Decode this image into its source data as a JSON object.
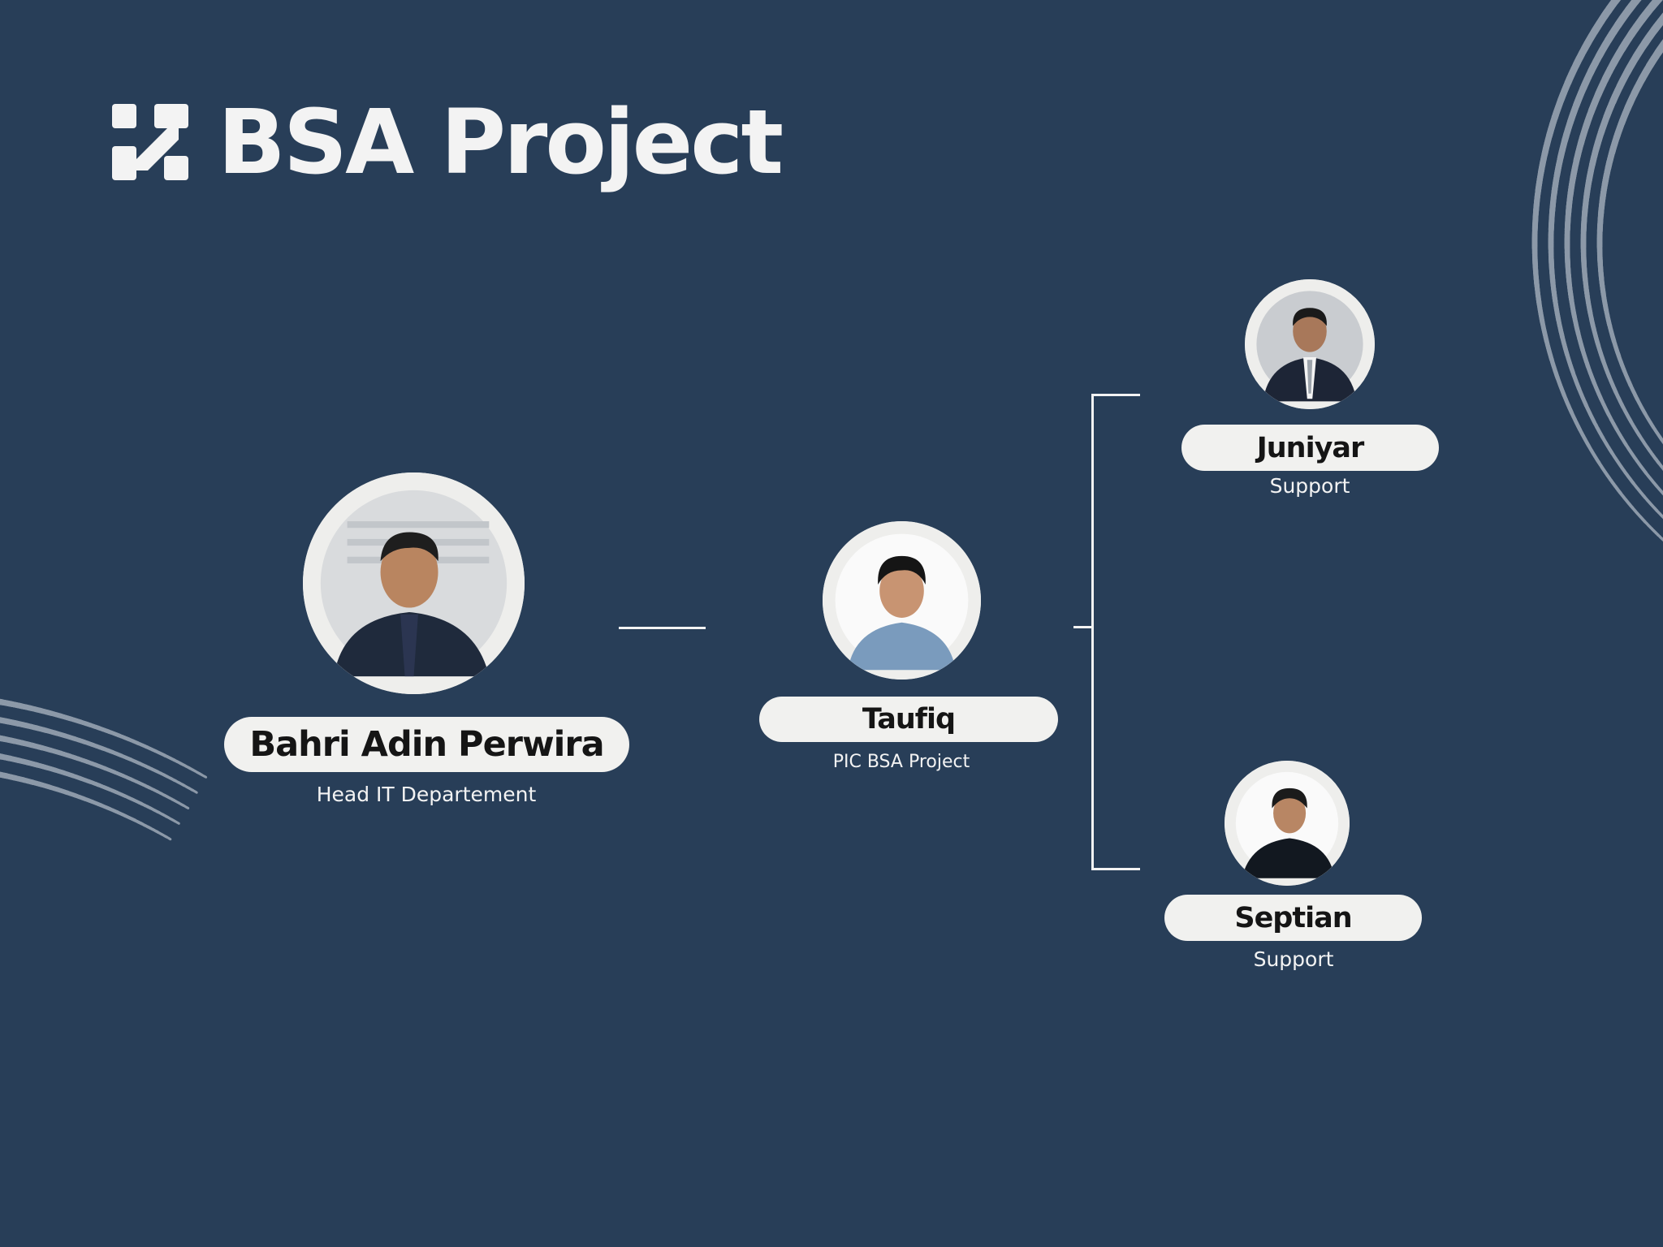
{
  "brand": {
    "title": "BSA Project"
  },
  "org": {
    "head": {
      "name": "Bahri Adin Perwira",
      "role": "Head IT Departement"
    },
    "pic": {
      "name": "Taufiq",
      "role": "PIC BSA Project"
    },
    "support_1": {
      "name": "Juniyar",
      "role": "Support"
    },
    "support_2": {
      "name": "Septian",
      "role": "Support"
    }
  },
  "colors": {
    "background": "#283e58",
    "pill": "#f1f1ef",
    "line": "#f3f3f3",
    "dots": "#8c99a8"
  }
}
